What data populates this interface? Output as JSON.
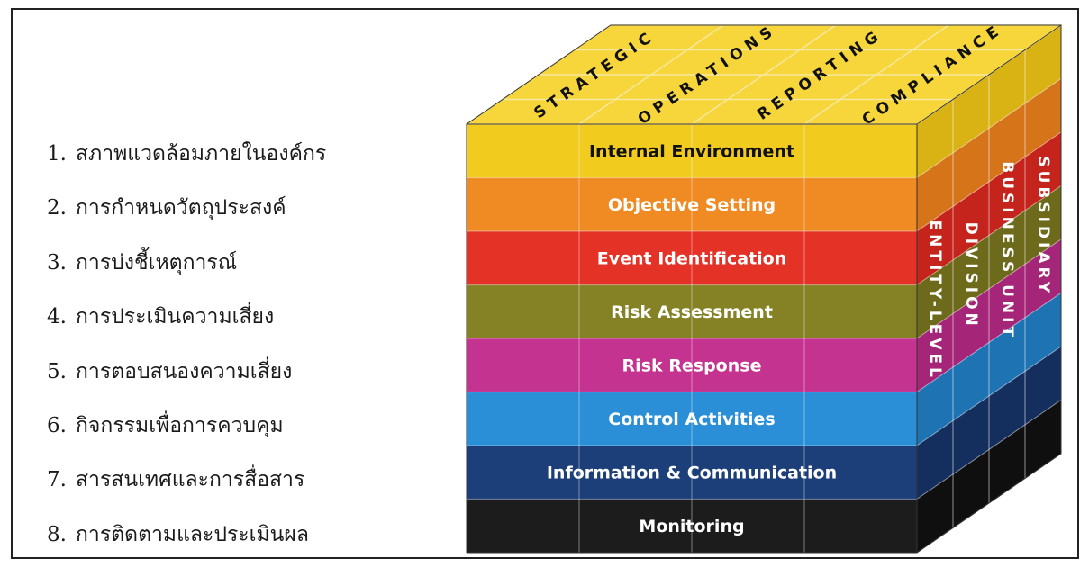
{
  "thai_list": [
    {
      "number": "1.",
      "text": "สภาพแวดล้อมภายในองค์กร"
    },
    {
      "number": "2.",
      "text": "การกำหนดวัตถุประสงค์"
    },
    {
      "number": "3.",
      "text": "การบ่งชี้เหตุการณ์"
    },
    {
      "number": "4.",
      "text": "การประเมินความเสี่ยง"
    },
    {
      "number": "5.",
      "text": "การตอบสนองความเสี่ยง"
    },
    {
      "number": "6.",
      "text": "กิจกรรมเพื่อการควบคุม"
    },
    {
      "number": "7.",
      "text": "สารสนเทศและการสื่อสาร"
    },
    {
      "number": "8.",
      "text": "การติดตามและประเมินผล"
    }
  ],
  "cube": {
    "components": [
      {
        "label": "Internal Environment",
        "face": "#f2cb1f",
        "side": "#d9b213",
        "top": "#f6d63a",
        "text_color": "#111111"
      },
      {
        "label": "Objective Setting",
        "face": "#f08a23",
        "side": "#d6741a",
        "text_color": "#ffffff"
      },
      {
        "label": "Event Identification",
        "face": "#e53227",
        "side": "#c4241c",
        "text_color": "#ffffff"
      },
      {
        "label": "Risk Assessment",
        "face": "#858225",
        "side": "#6d6a1b",
        "text_color": "#ffffff"
      },
      {
        "label": "Risk Response",
        "face": "#c4338f",
        "side": "#a52678",
        "text_color": "#ffffff"
      },
      {
        "label": "Control Activities",
        "face": "#2a8fd6",
        "side": "#1e74b3",
        "text_color": "#ffffff"
      },
      {
        "label": "Information & Communication",
        "face": "#1c3f7a",
        "side": "#142f5e",
        "text_color": "#ffffff"
      },
      {
        "label": "Monitoring",
        "face": "#1c1c1c",
        "side": "#0f0f0f",
        "text_color": "#ffffff"
      }
    ],
    "objectives": [
      "STRATEGIC",
      "OPERATIONS",
      "REPORTING",
      "COMPLIANCE"
    ],
    "entity_levels": [
      "ENTITY-LEVEL",
      "DIVISION",
      "BUSINESS UNIT",
      "SUBSIDIARY"
    ],
    "grid_color": "#f7e8a0"
  }
}
